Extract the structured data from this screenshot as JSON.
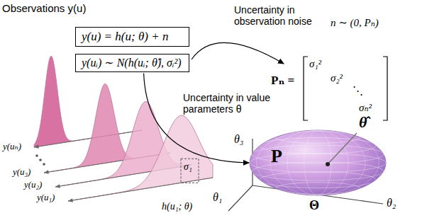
{
  "diagram": {
    "nodes": [
      {
        "text": [
          "y(u) = h(u; θ) + n"
        ]
      },
      {
        "text": [
          "y(uᵢ) ∼ N(h(uᵢ; θ̂), σᵢ²)"
        ]
      },
      {
        "text": [
          "P"
        ]
      }
    ],
    "edges": [
      {
        "from": 1,
        "to": 2,
        "arrow": "to"
      }
    ],
    "labels": [
      "Observations y(u)",
      "Uncertainty in observation noise",
      "n ∼ (0, Pₙ)",
      "Pₙ =",
      "σ₁²",
      "σ₂²",
      "⋱",
      "σₙ²",
      "Uncertainty in value parameters θ",
      "y(uₙ)",
      "y(u₃)",
      "y(u₂)",
      "y(u₁)",
      "σ₁",
      "h(u₁; θ)",
      "θ₃",
      "θ₁",
      "θ₂",
      "Θ",
      "θ̂"
    ]
  }
}
